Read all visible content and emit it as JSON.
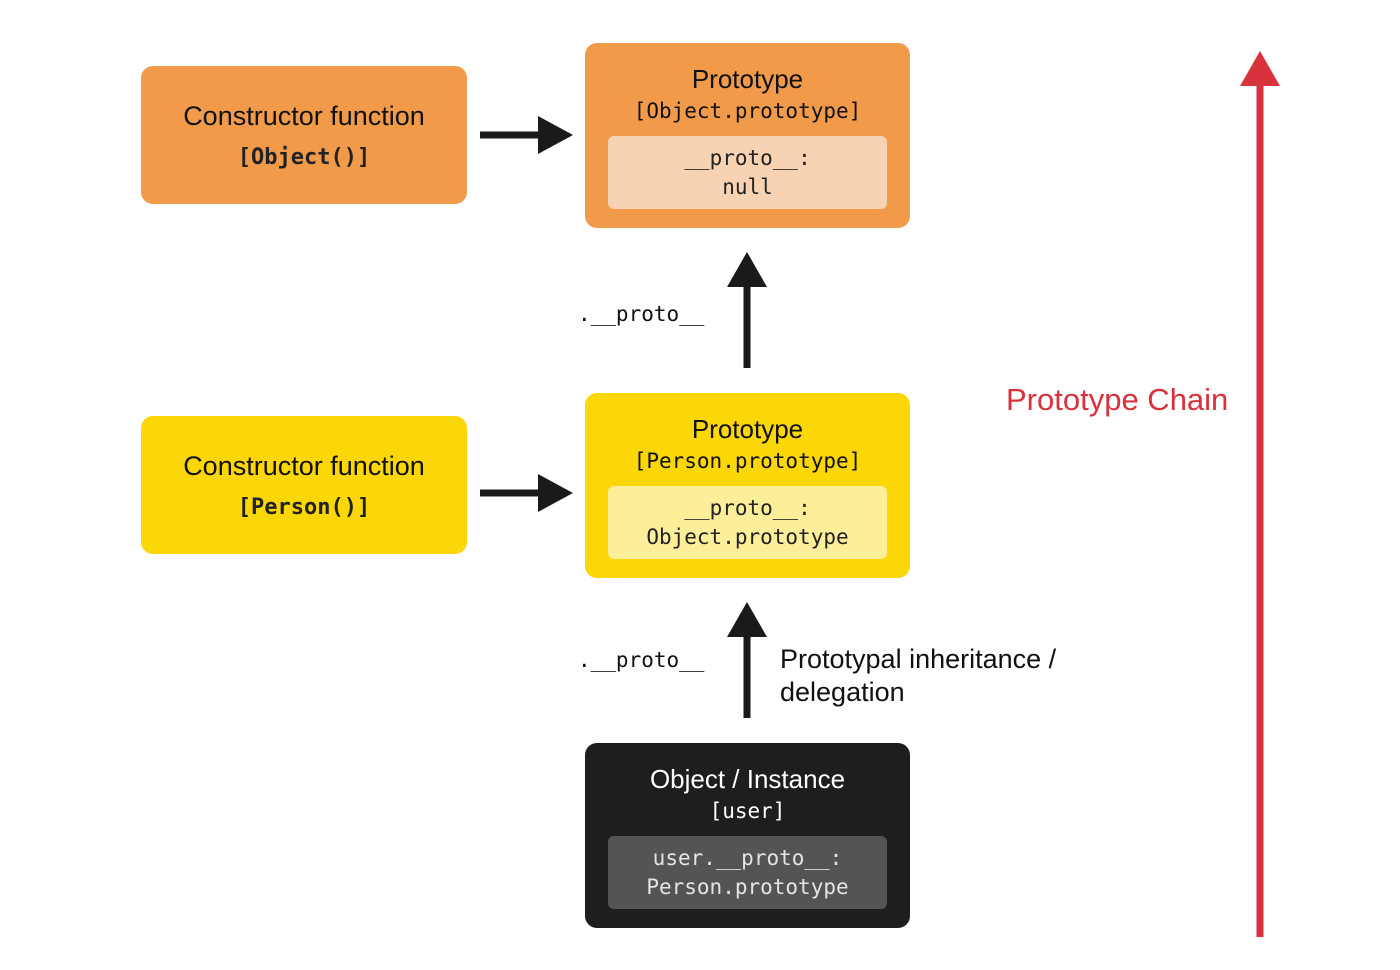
{
  "object_constructor": {
    "title": "Constructor function",
    "code": "[Object()]"
  },
  "object_prototype": {
    "title": "Prototype",
    "code": "[Object.prototype]",
    "proto_key": "__proto__:",
    "proto_value": "null"
  },
  "person_constructor": {
    "title": "Constructor function",
    "code": "[Person()]"
  },
  "person_prototype": {
    "title": "Prototype",
    "code": "[Person.prototype]",
    "proto_key": "__proto__:",
    "proto_value": "Object.prototype"
  },
  "instance": {
    "title": "Object / Instance",
    "code": "[user]",
    "proto_key": "user.__proto__:",
    "proto_value": "Person.prototype"
  },
  "edge_labels": {
    "proto_upper": ".__proto__",
    "proto_lower": ".__proto__",
    "inheritance_line1": "Prototypal inheritance /",
    "inheritance_line2": "delegation"
  },
  "chain_label": "Prototype Chain",
  "colors": {
    "object_level": "#f19a4a",
    "object_level_inner": "#f7d3b3",
    "person_level": "#fcd708",
    "person_level_inner": "#fdee9a",
    "instance": "#1e1e1e",
    "instance_inner": "#545454",
    "chain_arrow": "#d8323c",
    "arrow": "#1a1a1a"
  }
}
